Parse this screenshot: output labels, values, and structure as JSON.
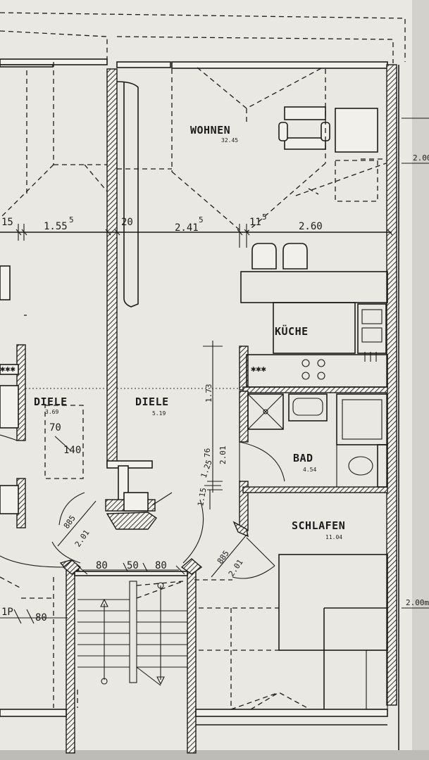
{
  "rooms": {
    "wohnen": {
      "name": "WOHNEN",
      "area": "32.45"
    },
    "kueche": {
      "name": "KÜCHE"
    },
    "diele_left": {
      "name": "DIELE",
      "area": "3.69"
    },
    "diele_main": {
      "name": "DIELE",
      "area": "5.19"
    },
    "bad": {
      "name": "BAD",
      "area": "4.54"
    },
    "schlafen": {
      "name": "SCHLAFEN",
      "area": "11.04"
    }
  },
  "dimensions": {
    "d_15": "15",
    "d_155": "1.55",
    "d_155_sup": "5",
    "d_20": "20",
    "d_241": "2.41",
    "d_241_sup": "5",
    "d_11": "11",
    "d_11_sup": "5",
    "d_260": "2.60",
    "d_200_right_top": "2.00",
    "d_200_right_bottom": "2.00m",
    "d_173": "1.73",
    "d_76": "76",
    "d_201_a": "2.01",
    "d_125": "1.25",
    "d_115": "1.15",
    "d_80_a": "80",
    "d_50": "50",
    "d_80_b": "80",
    "d_885_a": "885",
    "d_201_b": "2.01",
    "d_885_b": "885",
    "d_201_c": "2.01",
    "d_1p": "1P",
    "d_80_left": "80",
    "closet_70": "70",
    "closet_140": "140"
  }
}
